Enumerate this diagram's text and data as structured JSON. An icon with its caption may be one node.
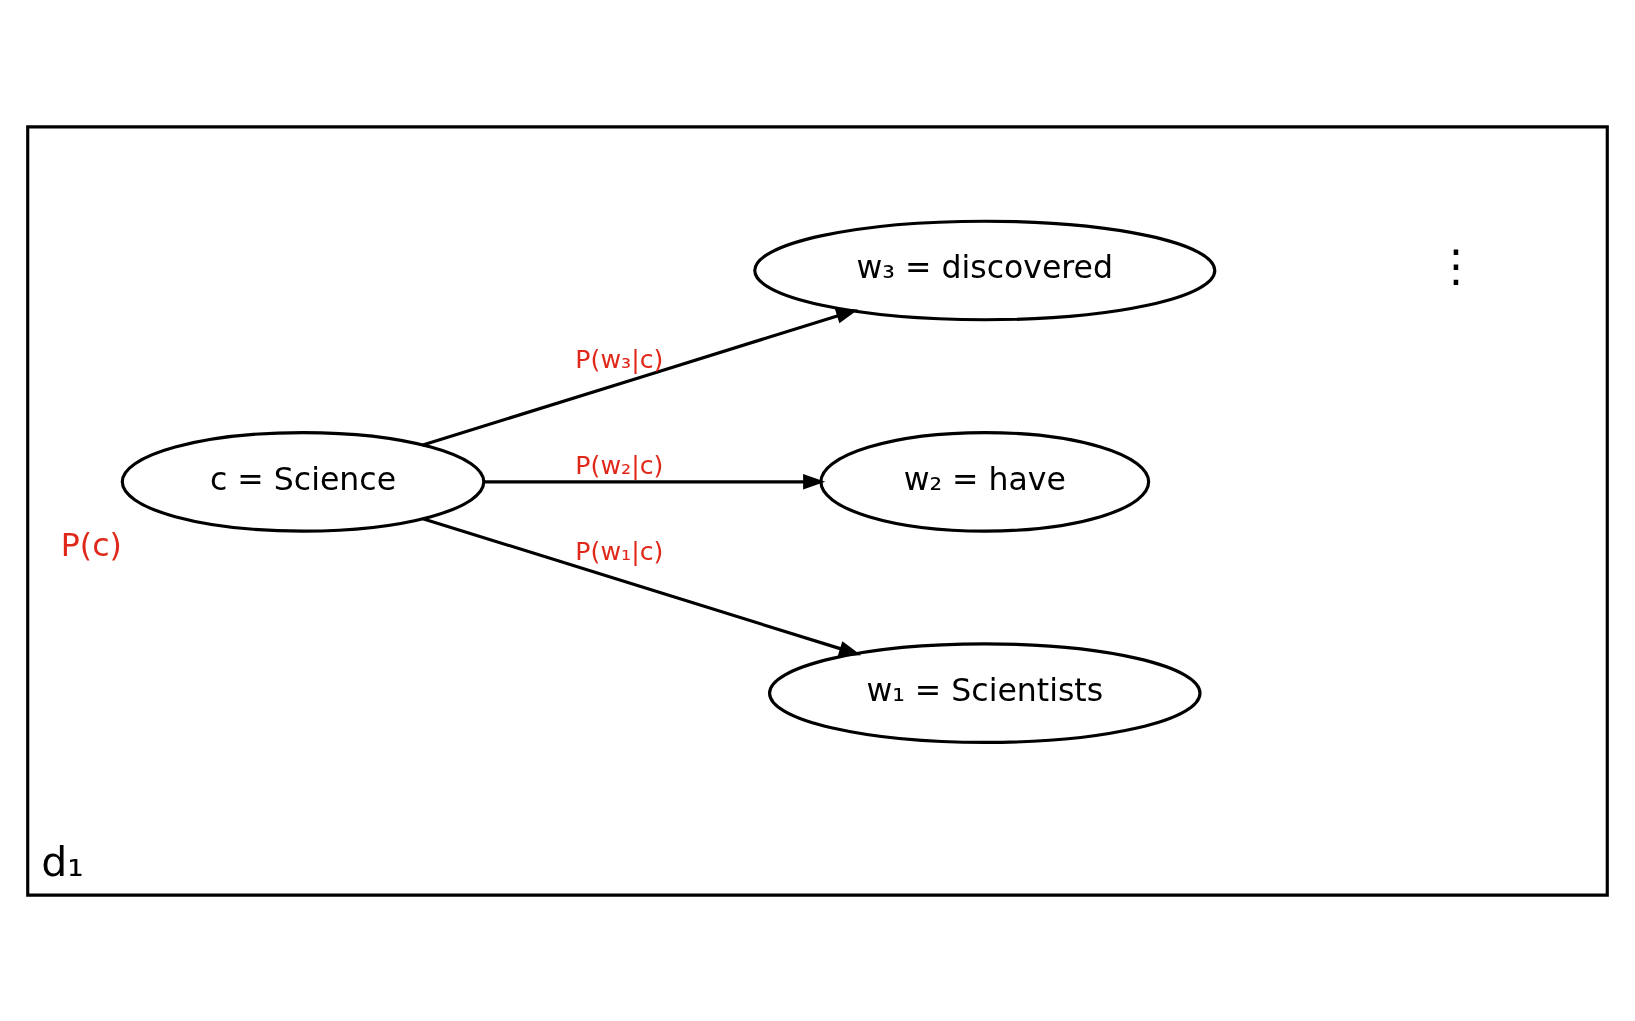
{
  "diagram": {
    "nodes": [
      {
        "text": [
          "d₁"
        ]
      },
      {
        "text": [
          "c = Science"
        ],
        "in": 0,
        "beside": [
          "P(c)"
        ]
      },
      {
        "text": [
          "w₁ = Scientists"
        ],
        "in": 0
      },
      {
        "text": [
          "w₂ = have"
        ],
        "in": 0
      },
      {
        "text": [
          "w₃ = discovered"
        ],
        "in": 0
      }
    ],
    "edges": [
      {
        "from": 1,
        "to": 2,
        "arrow": "to",
        "label": "P(w₁|c)"
      },
      {
        "from": 1,
        "to": 3,
        "arrow": "to",
        "label": "P(w₂|c)"
      },
      {
        "from": 1,
        "to": 4,
        "arrow": "to",
        "label": "P(w₃|c)"
      }
    ],
    "labels": [
      "⋮"
    ]
  }
}
